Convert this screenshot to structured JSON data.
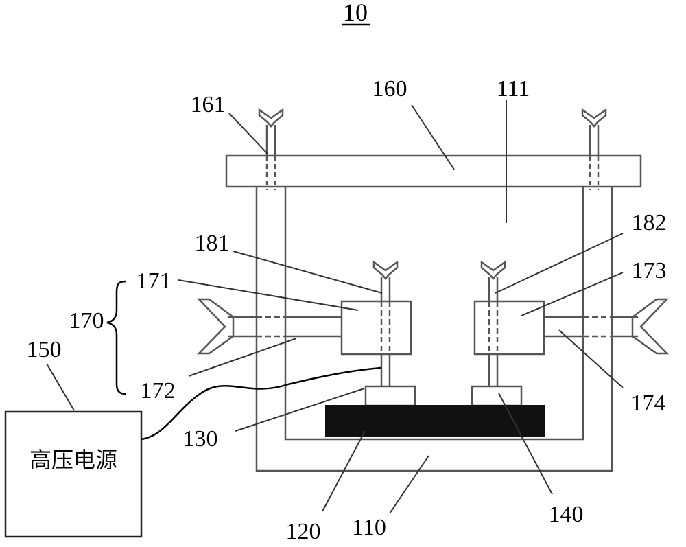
{
  "figure": {
    "number": "10"
  },
  "labels": {
    "l110": "110",
    "l111": "111",
    "l120": "120",
    "l130": "130",
    "l140": "140",
    "l150": "150",
    "l160": "160",
    "l161": "161",
    "l170": "170",
    "l171": "171",
    "l172": "172",
    "l173": "173",
    "l174": "174",
    "l181": "181",
    "l182": "182"
  },
  "power_supply": {
    "text": "高压电源"
  }
}
